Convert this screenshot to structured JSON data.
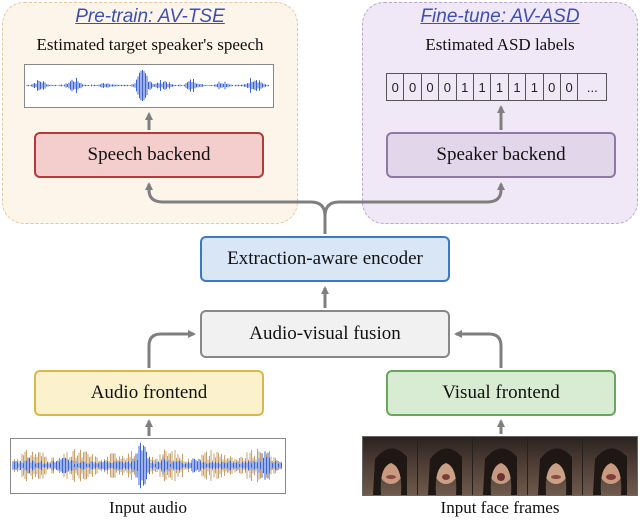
{
  "pretrain": {
    "title": "Pre-train: AV-TSE",
    "output_caption": "Estimated target speaker's speech",
    "backend_label": "Speech backend"
  },
  "finetune": {
    "title": "Fine-tune: AV-ASD",
    "output_caption": "Estimated ASD labels",
    "backend_label": "Speaker backend",
    "asd_labels": [
      "0",
      "0",
      "0",
      "0",
      "1",
      "1",
      "1",
      "1",
      "1",
      "0",
      "0"
    ],
    "asd_ellipsis": "..."
  },
  "encoder_label": "Extraction-aware encoder",
  "fusion_label": "Audio-visual fusion",
  "audio": {
    "frontend_label": "Audio frontend",
    "input_caption": "Input audio"
  },
  "visual": {
    "frontend_label": "Visual frontend",
    "input_caption": "Input face frames"
  },
  "colors": {
    "arrow": "#7f7f7f",
    "title_link": "#3d4fb5",
    "wave_blue": "#3b63d6",
    "wave_tan": "#c9a06a",
    "speech_backend": "#f4cdcd",
    "speaker_backend": "#e2d6ea",
    "encoder": "#d8e6f6",
    "fusion": "#f1f1f1",
    "audio_frontend": "#fbf2cd",
    "visual_frontend": "#d8ebd3"
  }
}
